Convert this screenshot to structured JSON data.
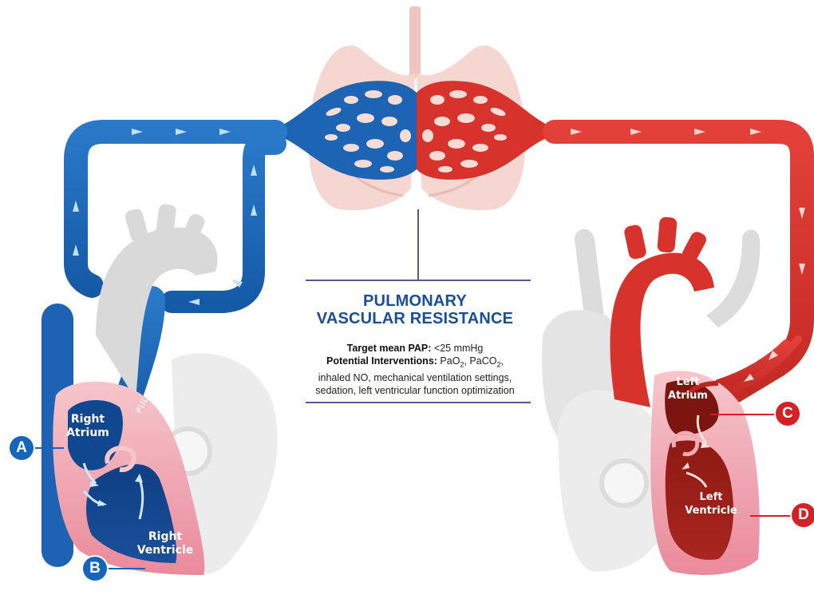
{
  "title_line1": "PULMONARY",
  "title_line2": "VASCULAR RESISTANCE",
  "target_label": "Target mean PAP:",
  "target_value": " <25 mmHg",
  "interventions_label": "Potential Interventions:",
  "interventions_line1_a": " PaO",
  "interventions_line1_b": ", PaCO",
  "interventions_line1_c": ",",
  "subscript_2": "2",
  "interventions_line2": "inhaled NO, mechanical ventilation settings,",
  "interventions_line3": "sedation, left ventricular function optimization",
  "labels": {
    "right_atrium": "Right Atrium",
    "right_ventricle": "Right Ventricle",
    "left_atrium": "Left Atrium",
    "left_ventricle": "Left Ventricle",
    "pulmonary_artery": "PULMONARY ARTERY"
  },
  "badges": {
    "a": "A",
    "b": "B",
    "c": "C",
    "d": "D"
  },
  "colors": {
    "deoxygenated_blue": "#1e64b4",
    "oxygenated_red": "#d8322c",
    "heart_gray": "#d9d9d9",
    "lung_pink": "#f4d2cc",
    "title_blue": "#1a4e96",
    "rule_purple": "#5a5490"
  }
}
